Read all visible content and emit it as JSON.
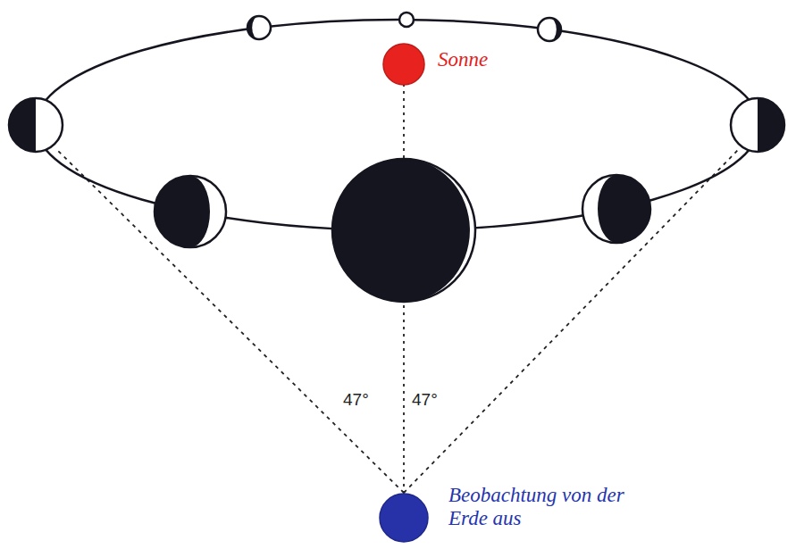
{
  "diagram": {
    "nodes": [
      {
        "text": [
          "Sonne"
        ]
      },
      {
        "text": [
          "Beobachtung von der Erde aus"
        ]
      }
    ],
    "edges": [
      {
        "from": 1,
        "to": 0,
        "arrow": "none"
      }
    ],
    "labels": [
      "47°",
      "47°"
    ]
  }
}
